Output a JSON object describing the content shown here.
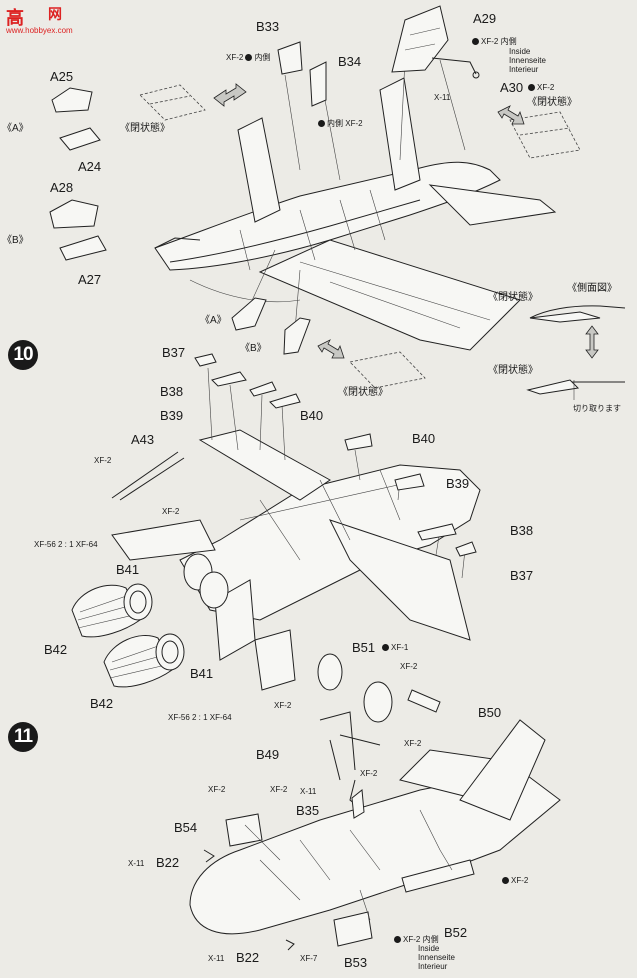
{
  "watermark": {
    "logo_text": "高",
    "logo_text2": "网",
    "logo_url": "www.hobbyex.com"
  },
  "steps": {
    "step10": "10",
    "step11": "11"
  },
  "parts": {
    "A25": "A25",
    "A24": "A24",
    "A28": "A28",
    "A27": "A27",
    "A29": "A29",
    "A30": "A30",
    "B33": "B33",
    "B34": "B34",
    "B37a": "B37",
    "B38a": "B38",
    "B39a": "B39",
    "B40a": "B40",
    "B40b": "B40",
    "B39b": "B39",
    "B38b": "B38",
    "B37b": "B37",
    "A43": "A43",
    "B41a": "B41",
    "B41b": "B41",
    "B42a": "B42",
    "B42b": "B42",
    "B51": "B51",
    "B50": "B50",
    "B49": "B49",
    "B35": "B35",
    "B54": "B54",
    "B22a": "B22",
    "B22b": "B22",
    "B53": "B53",
    "B52": "B52"
  },
  "notes": {
    "variant_a": "《A》",
    "variant_b": "《B》",
    "closed": "《閉状態》",
    "side_view": "《側面図》",
    "cut_off": "切り取ります",
    "inside_jp": "内側",
    "inside_en": "Inside",
    "inside_de": "Innenseite",
    "inside_fr": "Interieur",
    "ratio1": "XF-56 2 : 1 XF-64",
    "ratio2": "XF-56 2 : 1 XF-64"
  },
  "paints": {
    "xf2": "XF-2",
    "xf1": "XF-1",
    "x11": "X-11",
    "xf7": "XF-7"
  },
  "colors": {
    "ink": "#1a1a1a",
    "paper": "#ecebe6",
    "logo": "#d22"
  }
}
